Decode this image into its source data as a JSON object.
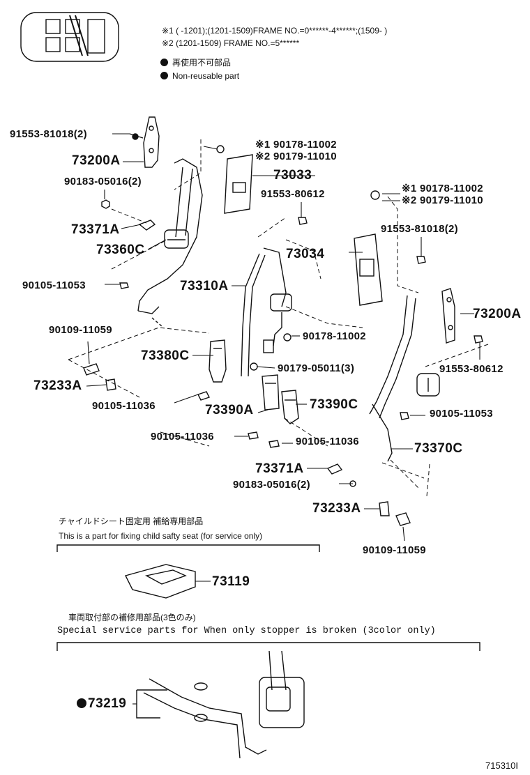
{
  "header": {
    "note1": "※1 (        -1201);(1201-1509)FRAME NO.=0******-4******;(1509-        )",
    "note2": "※2 (1201-1509) FRAME NO.=5******",
    "legend_jp": "再使用不可部品",
    "legend_en": "Non-reusable part"
  },
  "labels": {
    "p91553_81018_left": "91553-81018(2)",
    "p73200A_left": "73200A",
    "p90183_05016_left": "90183-05016(2)",
    "p73371A_left": "73371A",
    "p73360C": "73360C",
    "p90105_11053_left": "90105-11053",
    "p90109_11059_left": "90109-11059",
    "p73233A_left": "73233A",
    "p90105_11036_a": "90105-11036",
    "p90178_11002_top": "※1 90178-11002",
    "p90179_11010_top": "※2 90179-11010",
    "p73033": "73033",
    "p91553_80612_top": "91553-80612",
    "p73034": "73034",
    "p73310A": "73310A",
    "p90178_11002_mid": "90178-11002",
    "p73380C": "73380C",
    "p90179_05011": "90179-05011(3)",
    "p73390A": "73390A",
    "p73390C": "73390C",
    "p90105_11036_b": "90105-11036",
    "p90105_11036_c": "90105-11036",
    "p73371A_mid": "73371A",
    "p90183_05016_mid": "90183-05016(2)",
    "p90178_11002_right": "※1 90178-11002",
    "p90179_11010_right": "※2 90179-11010",
    "p91553_81018_right": "91553-81018(2)",
    "p73200A_right": "73200A",
    "p91553_80612_right": "91553-80612",
    "p90105_11053_right": "90105-11053",
    "p73370C": "73370C",
    "p73233A_right": "73233A",
    "p90109_11059_right": "90109-11059",
    "p73119": "73119",
    "p73219": "73219"
  },
  "child_seat": {
    "jp": "チャイルドシート固定用  補給専用部品",
    "en": "This is a part for fixing child safty seat (for service only)"
  },
  "stopper": {
    "jp": "車両取付部の補修用部品(3色のみ)",
    "en": "Special   service   parts   for   When   only   stopper   is   broken   (3color   only)"
  },
  "footer": {
    "code": "715310I"
  }
}
